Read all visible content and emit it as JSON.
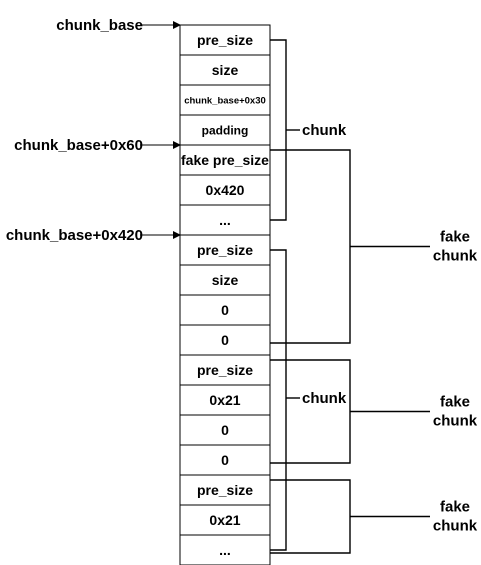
{
  "cells": [
    {
      "label": "pre_size"
    },
    {
      "label": "size"
    },
    {
      "label": "chunk_base+0x30",
      "small": true
    },
    {
      "label": "padding",
      "mid": true
    },
    {
      "label": "fake pre_size"
    },
    {
      "label": "0x420"
    },
    {
      "label": "..."
    },
    {
      "label": "pre_size"
    },
    {
      "label": "size"
    },
    {
      "label": "0"
    },
    {
      "label": "0"
    },
    {
      "label": "pre_size"
    },
    {
      "label": "0x21"
    },
    {
      "label": "0"
    },
    {
      "label": "0"
    },
    {
      "label": "pre_size"
    },
    {
      "label": "0x21"
    },
    {
      "label": "..."
    }
  ],
  "pointers": [
    {
      "label": "chunk_base",
      "row": 0
    },
    {
      "label": "chunk_base+0x60",
      "row": 4
    },
    {
      "label": "chunk_base+0x420",
      "row": 7
    }
  ],
  "brackets": [
    {
      "label": "chunk",
      "from_row": 0,
      "to_row": 6
    },
    {
      "label": "chunk",
      "from_row": 7,
      "to_row": 17
    }
  ],
  "fake_brackets": [
    {
      "label_line1": "fake",
      "label_line2": "chunk",
      "from_row": 4,
      "to_row": 10
    },
    {
      "label_line1": "fake",
      "label_line2": "chunk",
      "from_row": 11,
      "to_row": 14
    },
    {
      "label_line1": "fake",
      "label_line2": "chunk",
      "from_row": 15,
      "to_row": 17
    }
  ]
}
